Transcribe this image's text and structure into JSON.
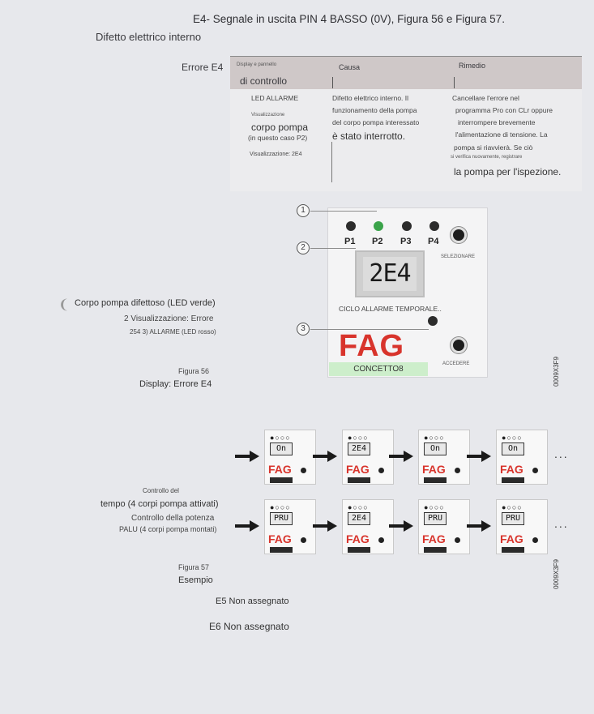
{
  "header": {
    "title": "E4- Segnale in uscita PIN 4 BASSO (0V), Figura 56 e Figura 57.",
    "subtitle": "Difetto elettrico interno"
  },
  "table": {
    "error_label": "Errore E4",
    "col_display_small": "Display e pannello",
    "col_display": "di controllo",
    "col_causa": "Causa",
    "col_rimedio": "Rimedio",
    "display_cell": {
      "led": "LED ALLARME",
      "vis_small": "Visualizzazione",
      "corpo": "corpo pompa",
      "caso": "(in questo caso P2)",
      "vis2": "Visualizzazione: 2E4"
    },
    "causa_cell": {
      "l1": "Difetto elettrico interno. Il",
      "l2": "funzionamento della pompa",
      "l3": "del corpo pompa interessato",
      "l4": "è stato interrotto."
    },
    "rimedio_cell": {
      "l1": "Cancellare l'errore nel",
      "l2": "programma Pro con CLr oppure",
      "l3": "interrompere brevemente",
      "l4": "l'alimentazione di tensione. La",
      "l5": "pompa si riavvierà. Se ciò",
      "l6": "si verifica nuovamente, registrare",
      "l7": "la pompa per l'ispezione."
    }
  },
  "figure56": {
    "callouts": [
      "1",
      "2",
      "3"
    ],
    "pumps": [
      "P1",
      "P2",
      "P3",
      "P4"
    ],
    "led_states": [
      "off",
      "green",
      "off",
      "off"
    ],
    "display_value": "2E4",
    "selezionare": "SELEZIONARE",
    "ciclo": "CICLO ALLARME TEMPORALE..",
    "accedere": "ACCEDERE",
    "brand": "FAG",
    "concetto": "CONCETTO8",
    "side_code": "0009X3F9",
    "legend_1": "Corpo pompa difettoso (LED verde)",
    "legend_2": "2 Visualizzazione: Errore",
    "legend_3": "254 3) ALLARME (LED rosso)",
    "caption": "Figura 56",
    "caption2": "Display: Errore E4"
  },
  "figure57": {
    "row1_screens": [
      "On",
      "2E4",
      "On",
      "On"
    ],
    "row2_screens": [
      "PRU",
      "2E4",
      "PRU",
      "PRU"
    ],
    "brand": "FAG",
    "label_1": "Controllo del",
    "label_2": "tempo (4 corpi pompa attivati)",
    "label_3": "Controllo della potenza",
    "label_4": "PALU (4 corpi pompa montati)",
    "ellipsis": "...",
    "caption": "Figura 57",
    "caption2": "Esempio",
    "side_code": "0009X3F9"
  },
  "footer": {
    "e5": "E5 Non assegnato",
    "e6": "E6 Non assegnato"
  },
  "colors": {
    "brand_red": "#d8342c",
    "led_green": "#3aa34a",
    "table_header": "#cfc8c8"
  }
}
